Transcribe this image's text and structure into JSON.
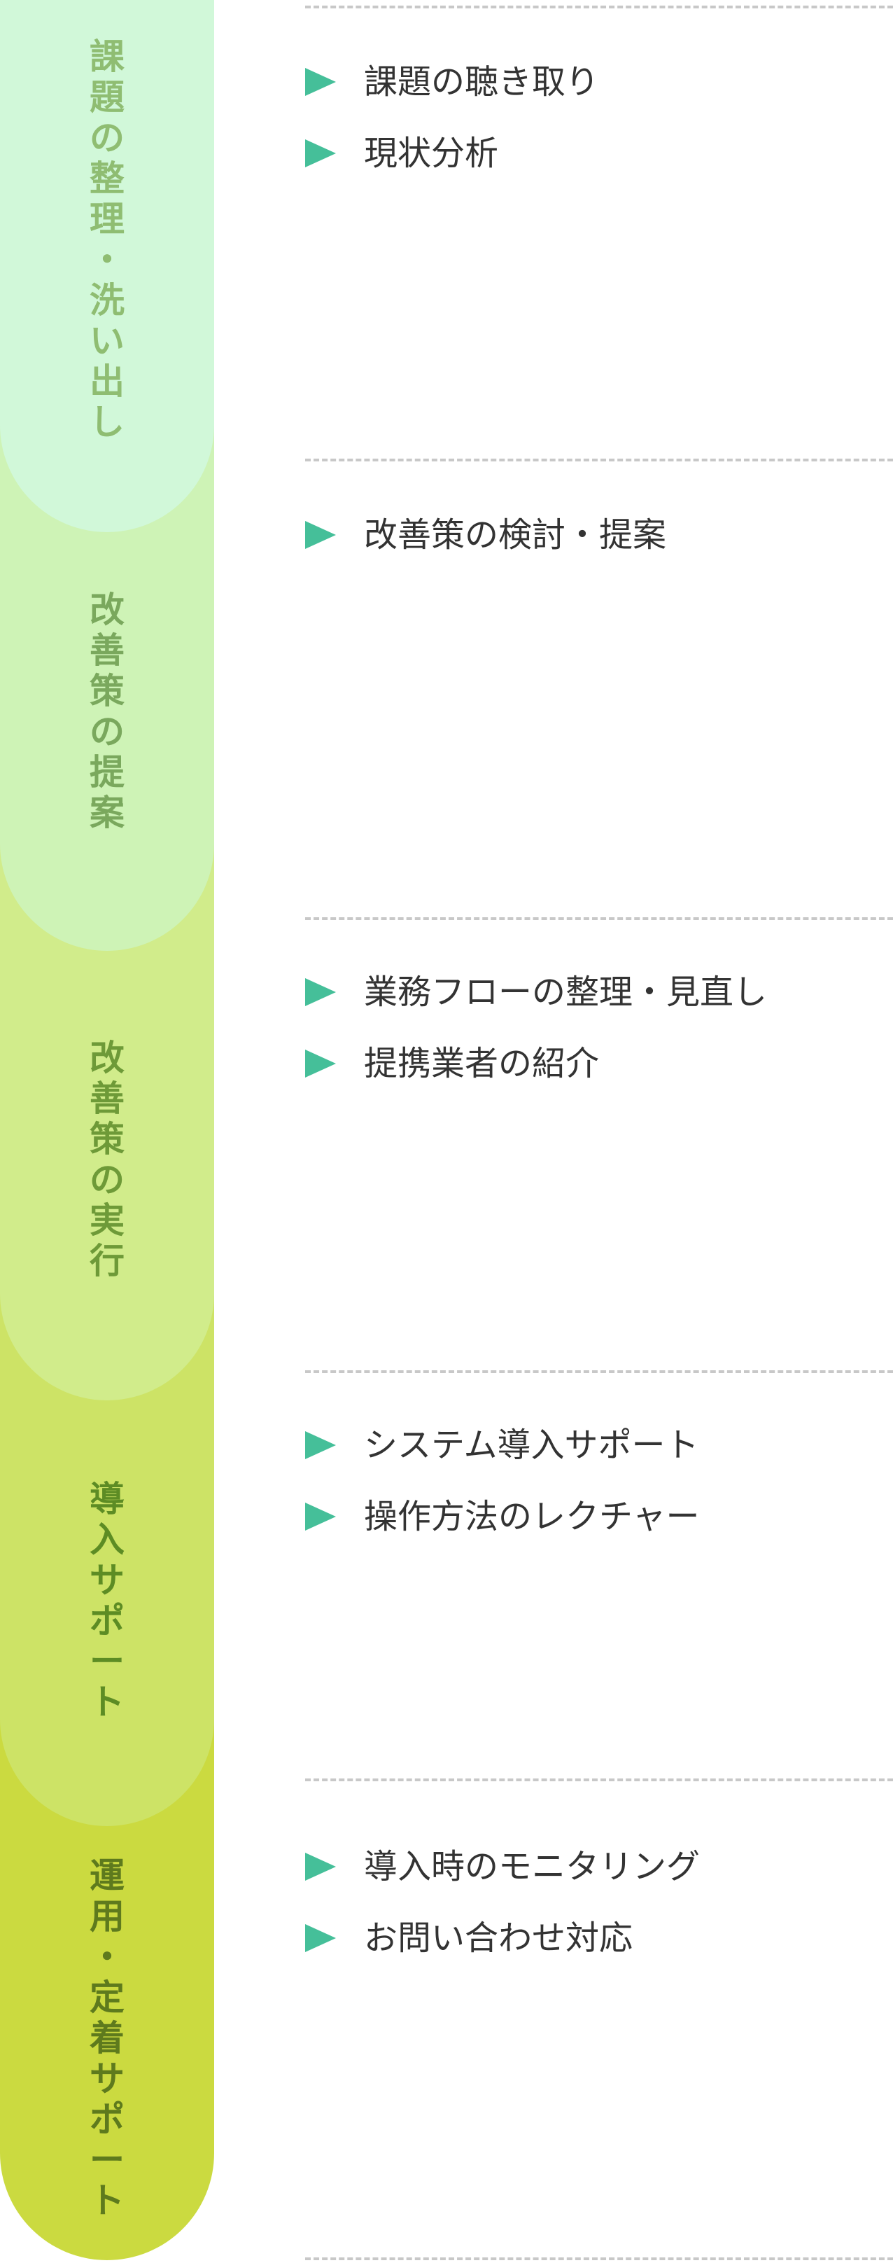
{
  "steps": [
    {
      "label": [
        "課",
        "題",
        "の",
        "整",
        "理",
        "・",
        "洗",
        "い",
        "出",
        "し"
      ],
      "color": "#d1f8d9",
      "text_color": "#8fbd72",
      "items": [
        "課題の聴き取り",
        "現状分析"
      ]
    },
    {
      "label": [
        "改",
        "善",
        "策",
        "の",
        "提",
        "案"
      ],
      "color": "#cef3b6",
      "text_color": "#7aa85d",
      "items": [
        "改善策の検討・提案"
      ]
    },
    {
      "label": [
        "改",
        "善",
        "策",
        "の",
        "実",
        "行"
      ],
      "color": "#d1ec8b",
      "text_color": "#6e9a38",
      "items": [
        "業務フローの整理・見直し",
        "提携業者の紹介"
      ]
    },
    {
      "label": [
        "導",
        "入",
        "サ",
        "ポ",
        "ー",
        "ト"
      ],
      "color": "#cde366",
      "text_color": "#5d8c24",
      "items": [
        "システム導入サポート",
        "操作方法のレクチャー"
      ]
    },
    {
      "label": [
        "運",
        "用",
        "・",
        "定",
        "着",
        "サ",
        "ポ",
        "ー",
        "ト"
      ],
      "color": "#cbda40",
      "text_color": "#5e7a1d",
      "items": [
        "導入時のモニタリング",
        "お問い合わせ対応"
      ]
    }
  ],
  "bullet_color": "#45bf99",
  "divider_color": "#c8c8c8"
}
